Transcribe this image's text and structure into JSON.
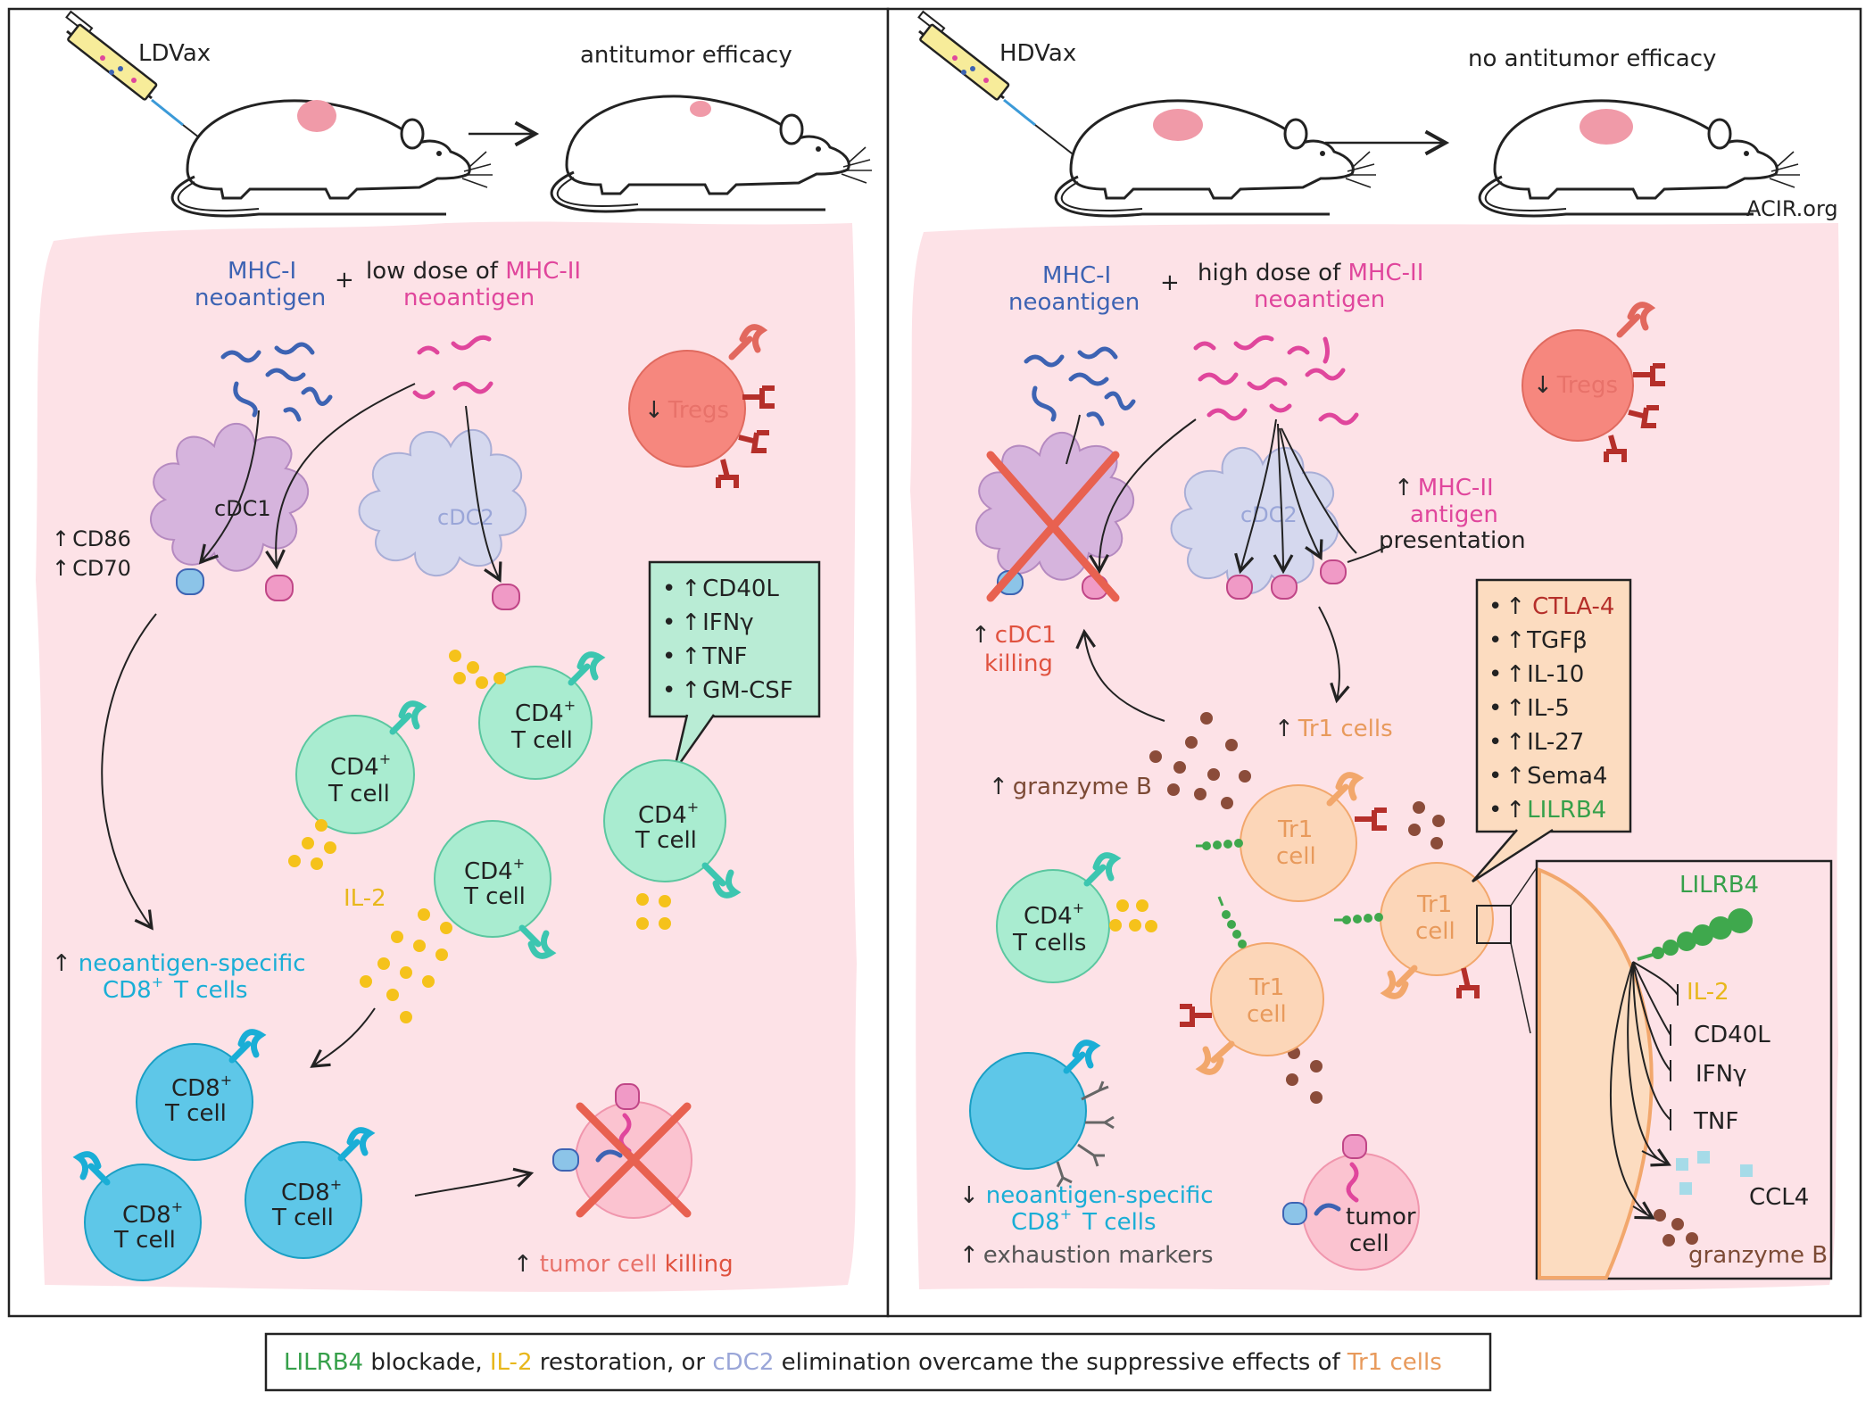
{
  "left": {
    "vaccine": "LDVax",
    "outcome": "antitumor efficacy",
    "mhc1_line1": "MHC-I",
    "mhc1_line2": "neoantigen",
    "plus": "+",
    "mhc2_prefix": "low dose of",
    "mhc2_name": "MHC-II",
    "mhc2_line2": "neoantigen",
    "tregs": "Tregs",
    "cdc1": "cDC1",
    "cdc2": "cDC2",
    "cd86": "CD86",
    "cd70": "CD70",
    "box_items": [
      "CD40L",
      "IFNγ",
      "TNF",
      "GM-CSF"
    ],
    "cd4_line1": "CD4",
    "cd4_sup": "+",
    "tcell": "T cell",
    "il2": "IL-2",
    "cd8_line1": "CD8",
    "cd8_sup": "+",
    "neo_line1": "neoantigen-specific",
    "neo_line2_a": "CD8",
    "neo_line2_sup": "+",
    "neo_line2_b": "T cells",
    "killing_a": "tumor cell",
    "killing_b": "killing"
  },
  "right": {
    "vaccine": "HDVax",
    "outcome": "no antitumor efficacy",
    "credit": "ACIR.org",
    "mhc1_line1": "MHC-I",
    "mhc1_line2": "neoantigen",
    "plus": "+",
    "mhc2_prefix": "high dose of",
    "mhc2_name": "MHC-II",
    "mhc2_line2": "neoantigen",
    "tregs": "Tregs",
    "cdc2": "cDC2",
    "pres_line1": "MHC-II",
    "pres_line2": "antigen",
    "pres_line3": "presentation",
    "cdc1_kill_a": "cDC1",
    "cdc1_kill_b": "killing",
    "granzyme": "granzyme B",
    "tr1cells": "Tr1 cells",
    "tr1_a": "Tr1",
    "tr1_b": "cell",
    "box_items": [
      "CTLA-4",
      "TGFβ",
      "IL-10",
      "IL-5",
      "IL-27",
      "Sema4",
      "LILRB4"
    ],
    "cd4_line1": "CD4",
    "cd4_sup": "+",
    "tcells": "T cells",
    "neo_line1": "neoantigen-specific",
    "neo_line2_a": "CD8",
    "neo_line2_sup": "+",
    "neo_line2_b": "T cells",
    "exhaustion": "exhaustion markers",
    "tumor_a": "tumor",
    "tumor_b": "cell",
    "inset_title": "LILRB4",
    "inset_items": [
      "IL-2",
      "CD40L",
      "IFNγ",
      "TNF"
    ],
    "inset_ccl4": "CCL4",
    "inset_granzyme": "granzyme B"
  },
  "footer": {
    "w1": "LILRB4",
    "w2": "blockade,",
    "w3": "IL-2",
    "w4": "restoration, or",
    "w5": "cDC2",
    "w6": "elimination overcame the suppressive effects of",
    "w7": "Tr1 cells"
  },
  "arrow_up": "↑",
  "arrow_down": "↓",
  "bullet": "•"
}
